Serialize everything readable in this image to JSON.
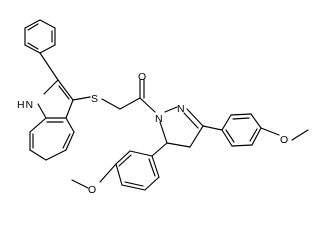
{
  "molecule": {
    "atoms": {
      "nh": "H N",
      "s": "S",
      "o_carbonyl": "O",
      "n1": "N",
      "n2": "N",
      "o_methoxy_right": "O",
      "o_methoxy_left": "O"
    }
  }
}
